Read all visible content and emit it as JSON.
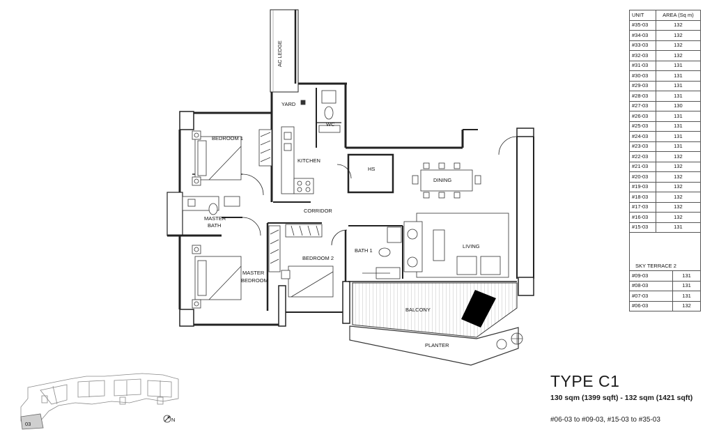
{
  "rooms": {
    "ac_ledge": "AC LEDGE",
    "yard": "YARD",
    "wc": "WC",
    "bedroom1": "BEDROOM 1",
    "kitchen": "KITCHEN",
    "hs": "HS",
    "dining": "DINING",
    "corridor": "CORRIDOR",
    "master_bath_1": "MASTER",
    "master_bath_2": "BATH",
    "bedroom2": "BEDROOM 2",
    "bath1": "BATH 1",
    "living": "LIVING",
    "master_bedroom_1": "MASTER",
    "master_bedroom_2": "BEDROOM",
    "balcony": "BALCONY",
    "planter": "PLANTER"
  },
  "key_plan": {
    "unit_label": "03",
    "north_label": "N"
  },
  "unit_table": {
    "col_unit": "UNIT",
    "col_area": "AREA (Sq m)",
    "rows": [
      {
        "unit": "#35-03",
        "area": "132"
      },
      {
        "unit": "#34-03",
        "area": "132"
      },
      {
        "unit": "#33-03",
        "area": "132"
      },
      {
        "unit": "#32-03",
        "area": "132"
      },
      {
        "unit": "#31-03",
        "area": "131"
      },
      {
        "unit": "#30-03",
        "area": "131"
      },
      {
        "unit": "#29-03",
        "area": "131"
      },
      {
        "unit": "#28-03",
        "area": "131"
      },
      {
        "unit": "#27-03",
        "area": "130"
      },
      {
        "unit": "#26-03",
        "area": "131"
      },
      {
        "unit": "#25-03",
        "area": "131"
      },
      {
        "unit": "#24-03",
        "area": "131"
      },
      {
        "unit": "#23-03",
        "area": "131"
      },
      {
        "unit": "#22-03",
        "area": "132"
      },
      {
        "unit": "#21-03",
        "area": "132"
      },
      {
        "unit": "#20-03",
        "area": "132"
      },
      {
        "unit": "#19-03",
        "area": "132"
      },
      {
        "unit": "#18-03",
        "area": "132"
      },
      {
        "unit": "#17-03",
        "area": "132"
      },
      {
        "unit": "#16-03",
        "area": "132"
      },
      {
        "unit": "#15-03",
        "area": "131"
      }
    ],
    "sky_terrace_label": "SKY TERRACE 2",
    "sky_rows": [
      {
        "unit": "#09-03",
        "area": "131"
      },
      {
        "unit": "#08-03",
        "area": "131"
      },
      {
        "unit": "#07-03",
        "area": "131"
      },
      {
        "unit": "#06-03",
        "area": "132"
      }
    ]
  },
  "type_info": {
    "title": "TYPE C1",
    "area": "130 sqm (1399 sqft) - 132 sqm (1421 sqft)",
    "units": "#06-03 to #09-03, #15-03 to #35-03"
  }
}
